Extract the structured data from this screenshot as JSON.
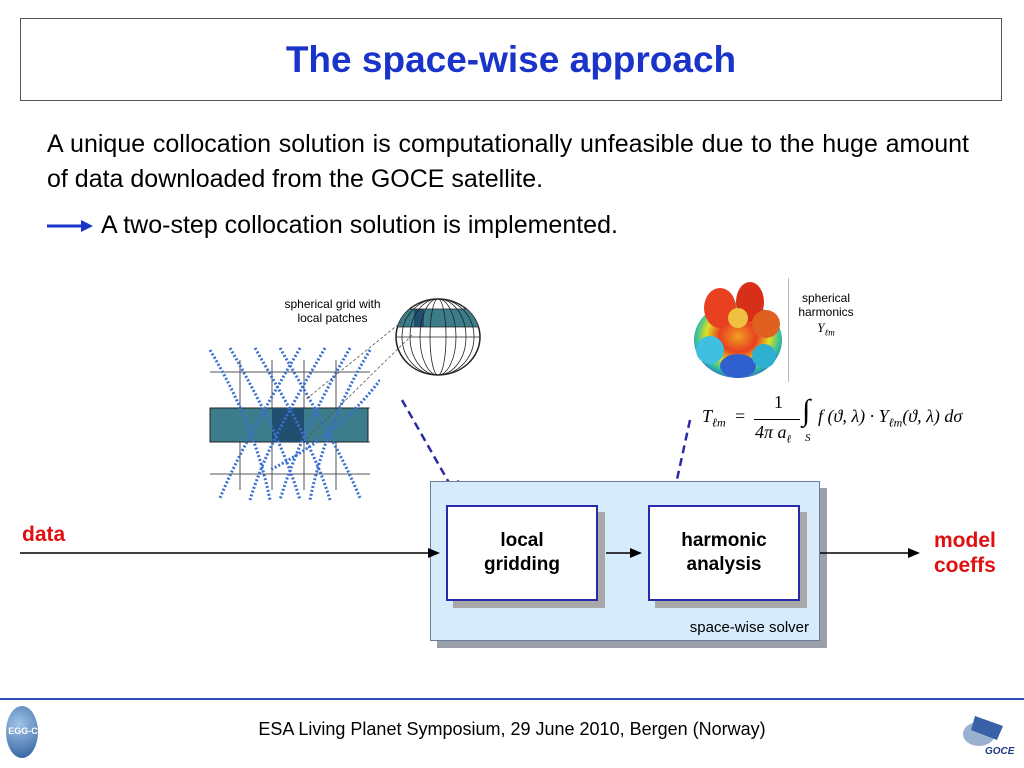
{
  "title": "The space-wise approach",
  "paragraph": "A unique collocation solution is computationally unfeasible due to the huge amount of data downloaded from the GOCE satellite.",
  "arrow_statement": "A two-step collocation solution is implemented.",
  "grid_label": {
    "line1": "spherical grid with",
    "line2": "local patches"
  },
  "harmonics_label": {
    "line1": "spherical",
    "line2": "harmonics",
    "symbol": "Y",
    "symbol_sub": "ℓm"
  },
  "formula": {
    "lhs": "T",
    "lhs_sub": "ℓm",
    "equals": "=",
    "numerator": "1",
    "denominator": "4π a",
    "denominator_sub": "ℓ",
    "integral": "∫",
    "integral_sub": "S",
    "integrand": "f (ϑ, λ) · Y",
    "integrand_sub": "ℓm",
    "integrand_tail": "(ϑ, λ) dσ"
  },
  "input_label": "data",
  "output_label": {
    "line1": "model",
    "line2": "coeffs"
  },
  "boxes": {
    "gridding": {
      "line1": "local",
      "line2": "gridding"
    },
    "analysis": {
      "line1": "harmonic",
      "line2": "analysis"
    }
  },
  "solver_label": "space-wise solver",
  "footer": "ESA Living Planet Symposium, 29 June 2010, Bergen (Norway)",
  "logos": {
    "left": "EGG-C",
    "right": "GOCE"
  },
  "colors": {
    "title": "#1a33c8",
    "highlight": "#e01010",
    "arrow": "#2a2aa8",
    "solver_bg": "#d6ebfb"
  }
}
